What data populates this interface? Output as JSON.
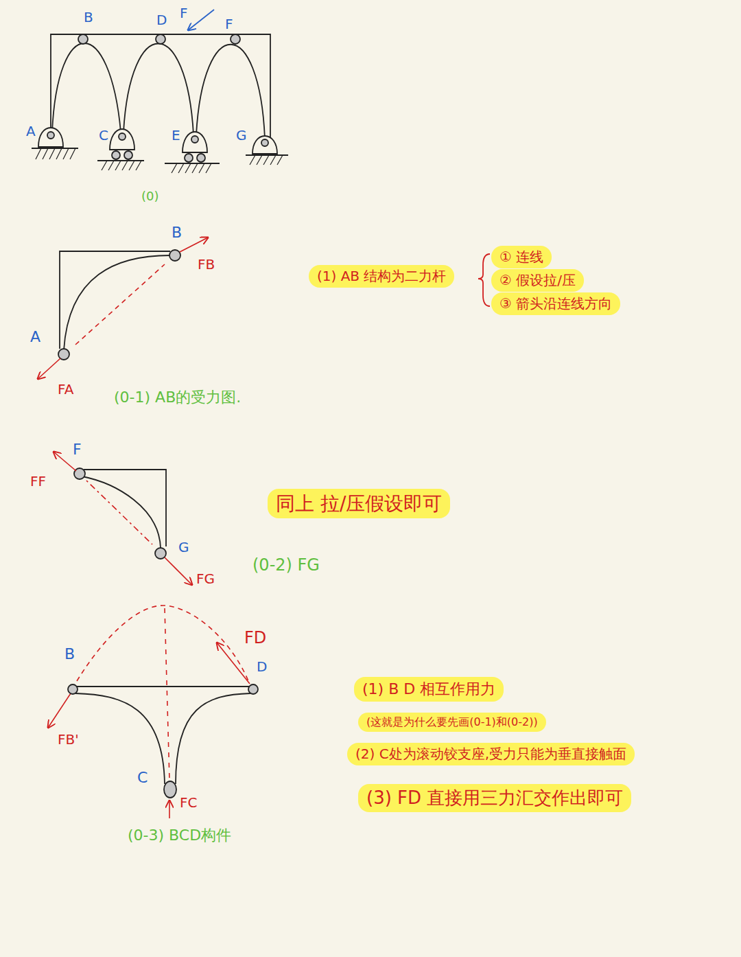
{
  "diagram": {
    "nodes": [
      {
        "text": [
          "(1) AB 结构为二力杆"
        ]
      },
      {
        "text": [
          "① 连线"
        ]
      },
      {
        "text": [
          "② 假设拉/压"
        ]
      },
      {
        "text": [
          "③ 箭头沿连线方向"
        ]
      },
      {
        "text": [
          "同上 拉/压假设即可"
        ]
      },
      {
        "text": [
          "(1) B D 相互作用力"
        ]
      },
      {
        "text": [
          "(这就是为什么要先画(0-1)和(0-2))"
        ]
      },
      {
        "text": [
          "(2) C处为滚动铰支座,受力只能为垂直接触面"
        ]
      },
      {
        "text": [
          "(3) FD 直接用三力汇交作出即可"
        ]
      }
    ],
    "labels": [
      "B",
      "D",
      "F",
      "F",
      "A",
      "C",
      "E",
      "G",
      "(0)",
      "B",
      "FB",
      "A",
      "FA",
      "(0-1) AB的受力图.",
      "F",
      "FF",
      "G",
      "FG",
      "(0-2) FG",
      "B",
      "D",
      "FD",
      "FB'",
      "C",
      "FC",
      "(0-3) BCD构件"
    ]
  }
}
